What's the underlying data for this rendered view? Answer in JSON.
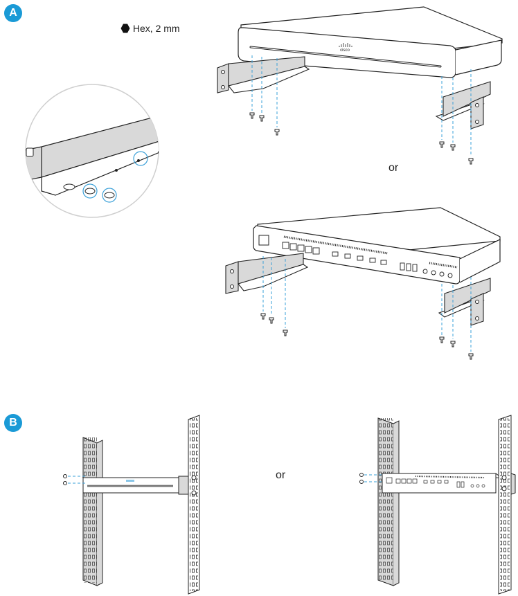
{
  "section_a": {
    "badge": "A",
    "tool_label": "Hex, 2 mm",
    "or_label": "or"
  },
  "section_b": {
    "badge": "B",
    "or_label": "or"
  },
  "device": {
    "logo_text": "cisco"
  },
  "colors": {
    "badge": "#1a9ad6",
    "guide_line": "#3aa0d8",
    "line": "#222222",
    "bracket_fill": "#d9d9d9",
    "detail_circle": "#cfcfcf"
  }
}
